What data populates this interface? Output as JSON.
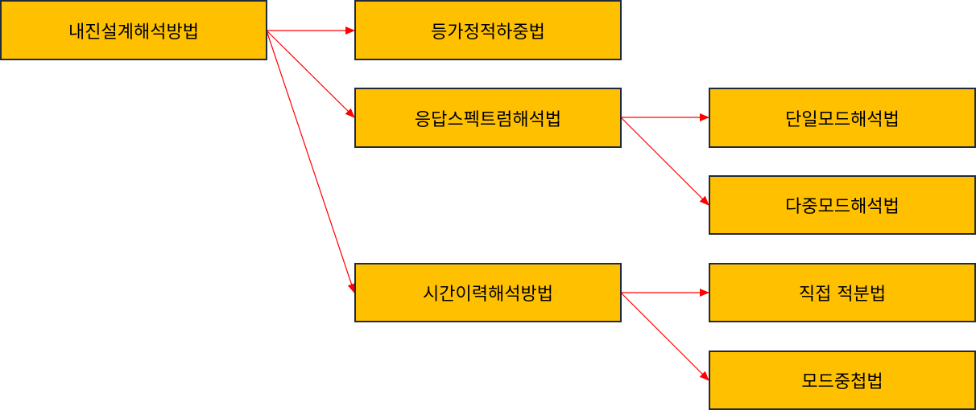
{
  "colors": {
    "box_fill": "#ffc000",
    "box_border": "#1f2a3c",
    "arrow": "#ff0000",
    "text": "#000000"
  },
  "nodes": {
    "root": "내진설계해석방법",
    "equivalent_static": "등가정적하중법",
    "response_spectrum": "응답스펙트럼해석법",
    "time_history": "시간이력해석방법",
    "single_mode": "단일모드해석법",
    "multi_mode": "다중모드해석법",
    "direct_integration": "직접 적분법",
    "modal_superposition": "모드중첩법"
  },
  "edges": [
    {
      "from": "root",
      "to": "equivalent_static"
    },
    {
      "from": "root",
      "to": "response_spectrum"
    },
    {
      "from": "root",
      "to": "time_history"
    },
    {
      "from": "response_spectrum",
      "to": "single_mode"
    },
    {
      "from": "response_spectrum",
      "to": "multi_mode"
    },
    {
      "from": "time_history",
      "to": "direct_integration"
    },
    {
      "from": "time_history",
      "to": "modal_superposition"
    }
  ]
}
